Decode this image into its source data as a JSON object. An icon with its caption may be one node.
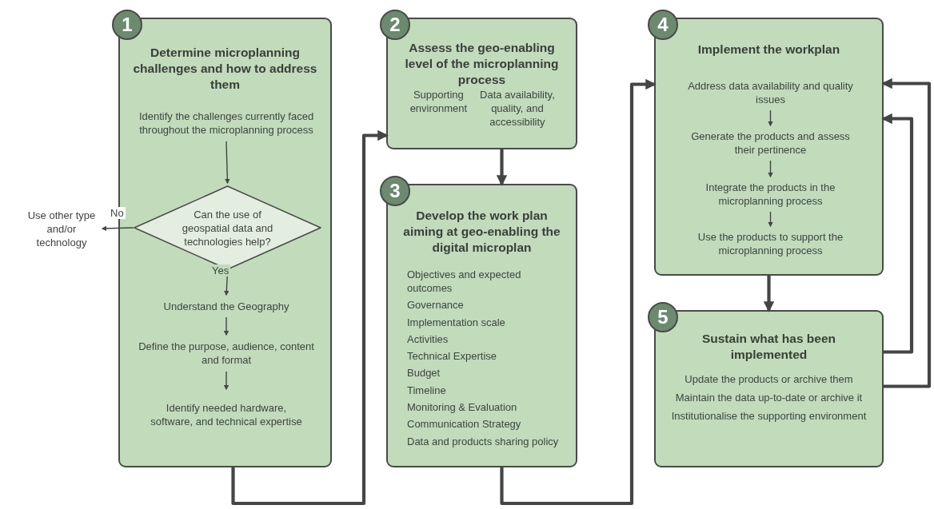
{
  "diagram": {
    "nodes": [
      {
        "text": [
          "1",
          "Determine microplanning challenges and how to address them"
        ]
      },
      {
        "text": [
          "Identify the challenges currently faced throughout the microplanning process"
        ],
        "in": 0
      },
      {
        "text": [
          "Can the use of geospatial data and technologies help?"
        ],
        "in": 0
      },
      {
        "text": [
          "Use other type and/or technology"
        ]
      },
      {
        "text": [
          "Understand the Geography"
        ],
        "in": 0
      },
      {
        "text": [
          "Define the purpose, audience, content and format"
        ],
        "in": 0
      },
      {
        "text": [
          "Identify needed hardware, software, and technical expertise"
        ],
        "in": 0
      },
      {
        "text": [
          "2",
          "Assess the geo-enabling level of the microplanning process",
          "Supporting environment",
          "Data availability, quality, and accessibility"
        ]
      },
      {
        "text": [
          "3",
          "Develop the work plan aiming at geo-enabling the digital microplan",
          "Objectives and expected outcomes",
          "Governance",
          "Implementation scale",
          "Activities",
          "Technical Expertise",
          "Budget",
          "Timeline",
          "Monitoring & Evaluation",
          "Communication Strategy",
          "Data and products sharing policy"
        ]
      },
      {
        "text": [
          "4",
          "Implement the workplan"
        ]
      },
      {
        "text": [
          "Address data availability and quality issues"
        ],
        "in": 9
      },
      {
        "text": [
          "Generate the products and assess their pertinence"
        ],
        "in": 9
      },
      {
        "text": [
          "Integrate the products in the microplanning process"
        ],
        "in": 9
      },
      {
        "text": [
          "Use the products to support the microplanning process"
        ],
        "in": 9
      },
      {
        "text": [
          "5",
          "Sustain what has been implemented",
          "Update the products or archive them",
          "Maintain the data up-to-date or archive it",
          "Institutionalise the supporting environment"
        ]
      }
    ],
    "edges": [
      {
        "from": 1,
        "to": 2,
        "arrow": "to"
      },
      {
        "from": 2,
        "to": 3,
        "arrow": "to",
        "label": "No"
      },
      {
        "from": 2,
        "to": 4,
        "arrow": "to",
        "label": "Yes"
      },
      {
        "from": 4,
        "to": 5,
        "arrow": "to"
      },
      {
        "from": 5,
        "to": 6,
        "arrow": "to"
      },
      {
        "from": 0,
        "to": 7,
        "arrow": "to",
        "style": "thick"
      },
      {
        "from": 7,
        "to": 8,
        "arrow": "to",
        "style": "thick"
      },
      {
        "from": 8,
        "to": 9,
        "arrow": "to",
        "style": "thick"
      },
      {
        "from": 10,
        "to": 11,
        "arrow": "to"
      },
      {
        "from": 11,
        "to": 12,
        "arrow": "to"
      },
      {
        "from": 12,
        "to": 13,
        "arrow": "to"
      },
      {
        "from": 9,
        "to": 14,
        "arrow": "to",
        "style": "thick"
      },
      {
        "from": 14,
        "to": 9,
        "arrow": "to",
        "style": "thick"
      },
      {
        "from": 14,
        "to": 9,
        "arrow": "to",
        "style": "thick"
      }
    ]
  }
}
